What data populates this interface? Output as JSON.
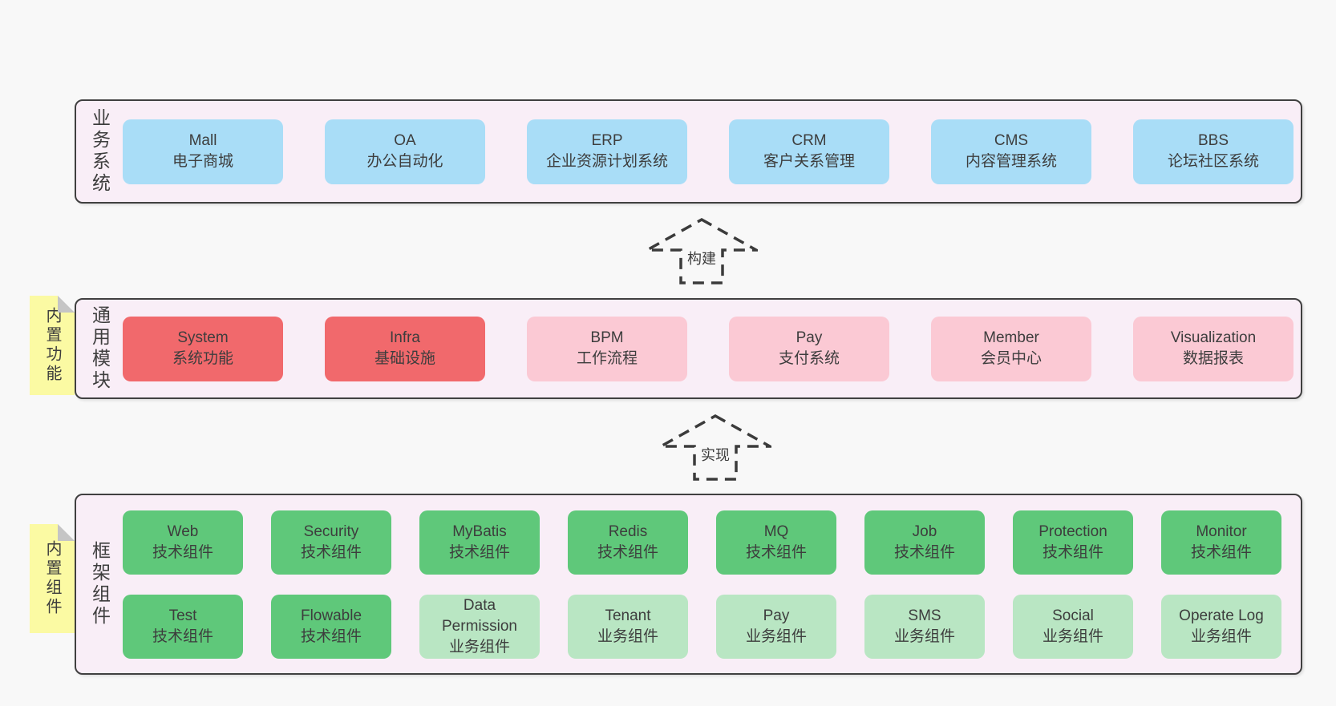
{
  "colors": {
    "page_bg": "#f8f8f8",
    "layer_bg": "#f9eef7",
    "layer_border": "#404040",
    "dash": "#3b3b3b",
    "text": "#3d3d3d",
    "blue": "#a9ddf7",
    "red": "#f1696c",
    "pink": "#fbc9d4",
    "green": "#5fc87a",
    "light_green": "#b9e6c3",
    "sticky_yellow": "#fbfaa3",
    "sticky_fold": "#c5c5c5"
  },
  "layers": {
    "business": {
      "label": "业务系统",
      "boxes": [
        {
          "title": "Mall",
          "subtitle": "电子商城",
          "variant": "blue"
        },
        {
          "title": "OA",
          "subtitle": "办公自动化",
          "variant": "blue"
        },
        {
          "title": "ERP",
          "subtitle": "企业资源计划系统",
          "variant": "blue"
        },
        {
          "title": "CRM",
          "subtitle": "客户关系管理",
          "variant": "blue"
        },
        {
          "title": "CMS",
          "subtitle": "内容管理系统",
          "variant": "blue"
        },
        {
          "title": "BBS",
          "subtitle": "论坛社区系统",
          "variant": "blue"
        }
      ]
    },
    "modules": {
      "label": "通用模块",
      "sticky": "内置功能",
      "boxes": [
        {
          "title": "System",
          "subtitle": "系统功能",
          "variant": "red"
        },
        {
          "title": "Infra",
          "subtitle": "基础设施",
          "variant": "red"
        },
        {
          "title": "BPM",
          "subtitle": "工作流程",
          "variant": "pink"
        },
        {
          "title": "Pay",
          "subtitle": "支付系统",
          "variant": "pink"
        },
        {
          "title": "Member",
          "subtitle": "会员中心",
          "variant": "pink"
        },
        {
          "title": "Visualization",
          "subtitle": "数据报表",
          "variant": "pink"
        }
      ]
    },
    "components": {
      "label": "框架组件",
      "sticky": "内置组件",
      "rows": [
        [
          {
            "title": "Web",
            "subtitle": "技术组件",
            "variant": "green"
          },
          {
            "title": "Security",
            "subtitle": "技术组件",
            "variant": "green"
          },
          {
            "title": "MyBatis",
            "subtitle": "技术组件",
            "variant": "green"
          },
          {
            "title": "Redis",
            "subtitle": "技术组件",
            "variant": "green"
          },
          {
            "title": "MQ",
            "subtitle": "技术组件",
            "variant": "green"
          },
          {
            "title": "Job",
            "subtitle": "技术组件",
            "variant": "green"
          },
          {
            "title": "Protection",
            "subtitle": "技术组件",
            "variant": "green"
          },
          {
            "title": "Monitor",
            "subtitle": "技术组件",
            "variant": "green"
          }
        ],
        [
          {
            "title": "Test",
            "subtitle": "技术组件",
            "variant": "green"
          },
          {
            "title": "Flowable",
            "subtitle": "技术组件",
            "variant": "green"
          },
          {
            "title": "Data Permission",
            "subtitle": "业务组件",
            "variant": "light_green"
          },
          {
            "title": "Tenant",
            "subtitle": "业务组件",
            "variant": "light_green"
          },
          {
            "title": "Pay",
            "subtitle": "业务组件",
            "variant": "light_green"
          },
          {
            "title": "SMS",
            "subtitle": "业务组件",
            "variant": "light_green"
          },
          {
            "title": "Social",
            "subtitle": "业务组件",
            "variant": "light_green"
          },
          {
            "title": "Operate Log",
            "subtitle": "业务组件",
            "variant": "light_green"
          }
        ]
      ]
    }
  },
  "arrows": {
    "build": {
      "label": "构建"
    },
    "implement": {
      "label": "实现"
    }
  }
}
